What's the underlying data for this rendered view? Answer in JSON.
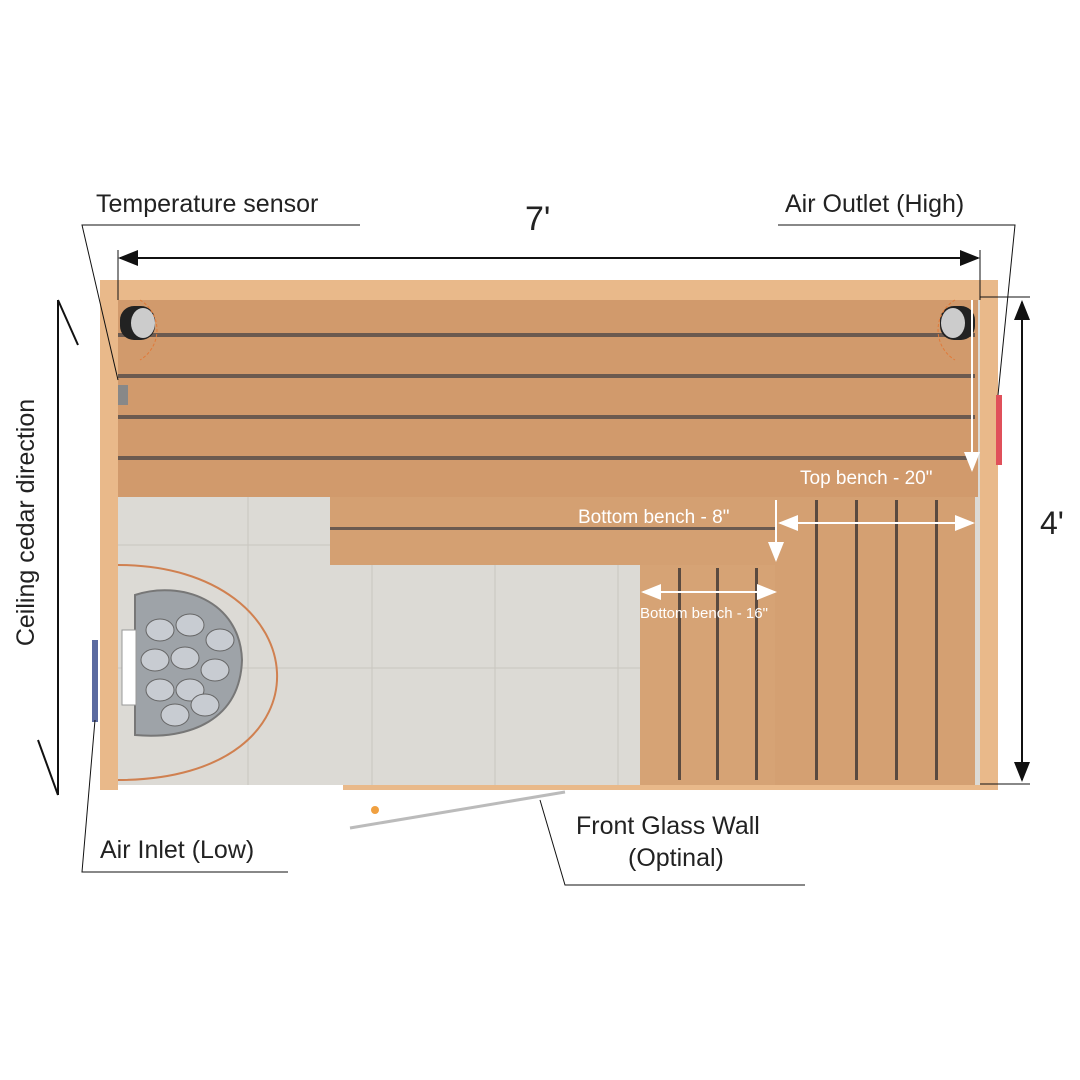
{
  "labels": {
    "temperature_sensor": "Temperature sensor",
    "air_outlet": "Air Outlet (High)",
    "width": "7'",
    "depth": "4'",
    "ceiling": "Ceiling cedar direction",
    "air_inlet": "Air Inlet (Low)",
    "glass_wall_line1": "Front Glass Wall",
    "glass_wall_line2": "(Optinal)",
    "top_bench": "Top bench - 20\"",
    "bottom_bench_8": "Bottom bench - 8\"",
    "bottom_bench_16": "Bottom bench - 16\""
  },
  "colors": {
    "wood": "#d9a070",
    "floor": "#dcdad5",
    "outlet": "#e0505a",
    "inlet": "#5a6aa0"
  }
}
